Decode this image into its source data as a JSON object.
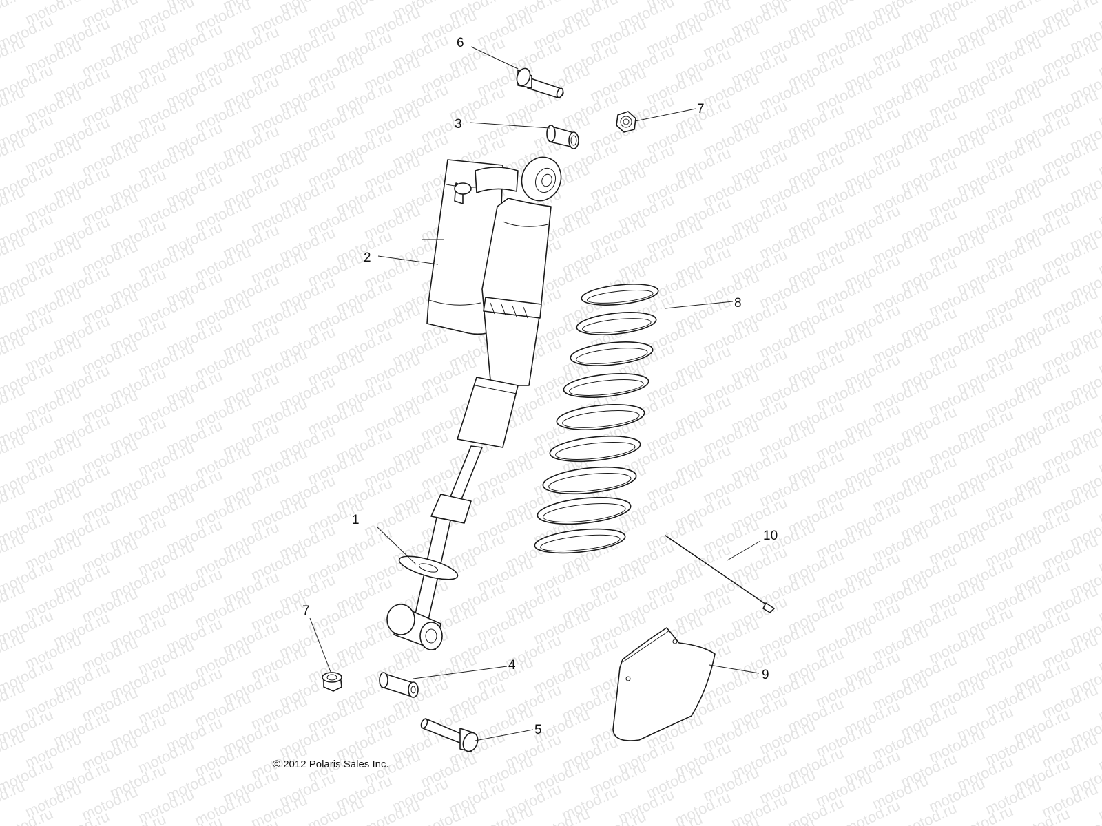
{
  "watermark": "motod.ru",
  "copyright": "© 2012 Polaris Sales Inc.",
  "callouts": {
    "c1": "1",
    "c2": "2",
    "c3": "3",
    "c4": "4",
    "c5": "5",
    "c6": "6",
    "c7a": "7",
    "c7b": "7",
    "c8": "8",
    "c9": "9",
    "c10": "10"
  },
  "colors": {
    "line": "#1a1a1a",
    "background": "#ffffff",
    "watermark": "#e4e4e4"
  }
}
